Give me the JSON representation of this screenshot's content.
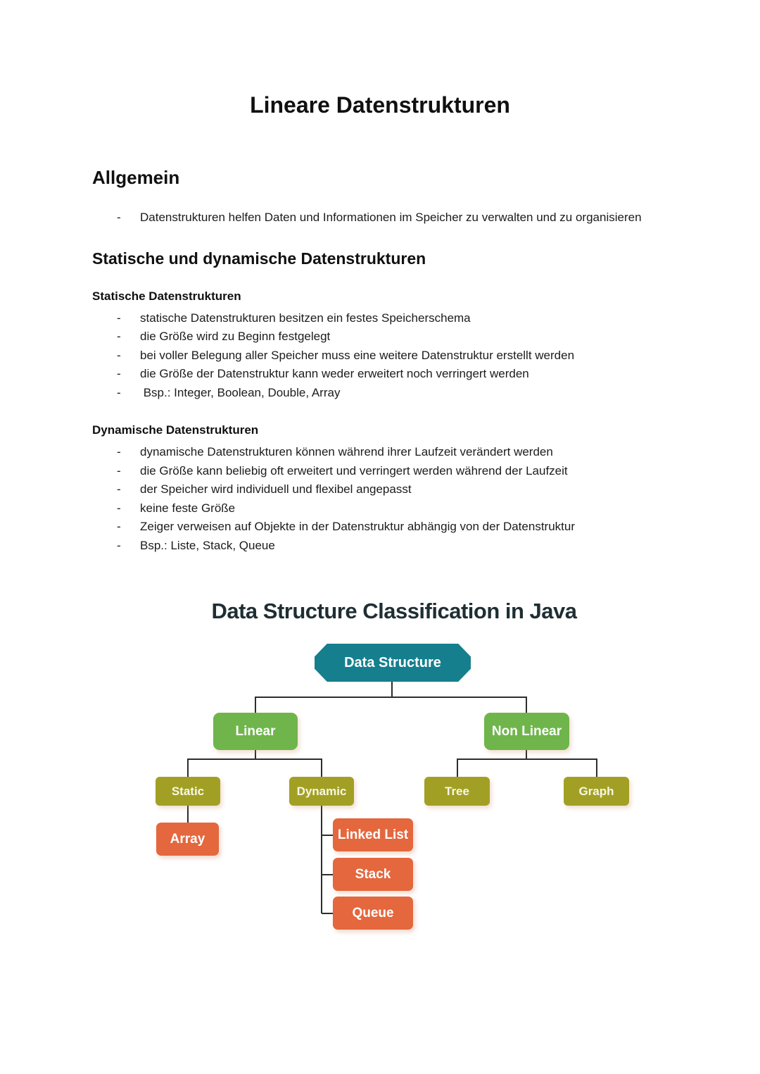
{
  "doc": {
    "title": "Lineare Datenstrukturen",
    "dash": "-",
    "allgemein": {
      "heading": "Allgemein",
      "items": [
        "Datenstrukturen helfen Daten und Informationen im Speicher zu verwalten und zu organisieren"
      ]
    },
    "statdyn": {
      "heading": "Statische und dynamische Datenstrukturen",
      "statisch": {
        "heading": "Statische Datenstrukturen",
        "items": [
          "statische Datenstrukturen besitzen ein festes Speicherschema",
          "die Größe wird zu Beginn festgelegt",
          "bei voller Belegung aller Speicher muss eine weitere Datenstruktur erstellt werden",
          "die Größe der Datenstruktur kann weder erweitert noch verringert werden",
          " Bsp.: Integer, Boolean, Double, Array"
        ]
      },
      "dynamisch": {
        "heading": "Dynamische Datenstrukturen",
        "items": [
          "dynamische Datenstrukturen können während ihrer Laufzeit verändert werden",
          "die Größe kann beliebig oft erweitert und verringert werden während der Laufzeit",
          "der Speicher wird individuell und flexibel angepasst",
          "keine feste Größe",
          "Zeiger verweisen auf Objekte in der Datenstruktur abhängig von der Datenstruktur",
          "Bsp.: Liste, Stack, Queue"
        ]
      }
    }
  },
  "diagram": {
    "title": "Data Structure Classification in Java",
    "nodes": {
      "root": "Data Structure",
      "linear": "Linear",
      "non_linear": "Non Linear",
      "static": "Static",
      "dynamic": "Dynamic",
      "tree": "Tree",
      "graph": "Graph",
      "array": "Array",
      "linked_list": "Linked List",
      "stack": "Stack",
      "queue": "Queue"
    },
    "edges": [
      [
        "Data Structure",
        "Linear"
      ],
      [
        "Data Structure",
        "Non Linear"
      ],
      [
        "Linear",
        "Static"
      ],
      [
        "Linear",
        "Dynamic"
      ],
      [
        "Non Linear",
        "Tree"
      ],
      [
        "Non Linear",
        "Graph"
      ],
      [
        "Static",
        "Array"
      ],
      [
        "Dynamic",
        "Linked List"
      ],
      [
        "Dynamic",
        "Stack"
      ],
      [
        "Dynamic",
        "Queue"
      ]
    ],
    "colors": {
      "root": "#157f8e",
      "level2": "#6fb54c",
      "level3": "#a2a024",
      "level3_text": "#f8f7e6",
      "leaf": "#e4673e",
      "line": "#2d2d2d",
      "title": "#1f2e33"
    }
  }
}
